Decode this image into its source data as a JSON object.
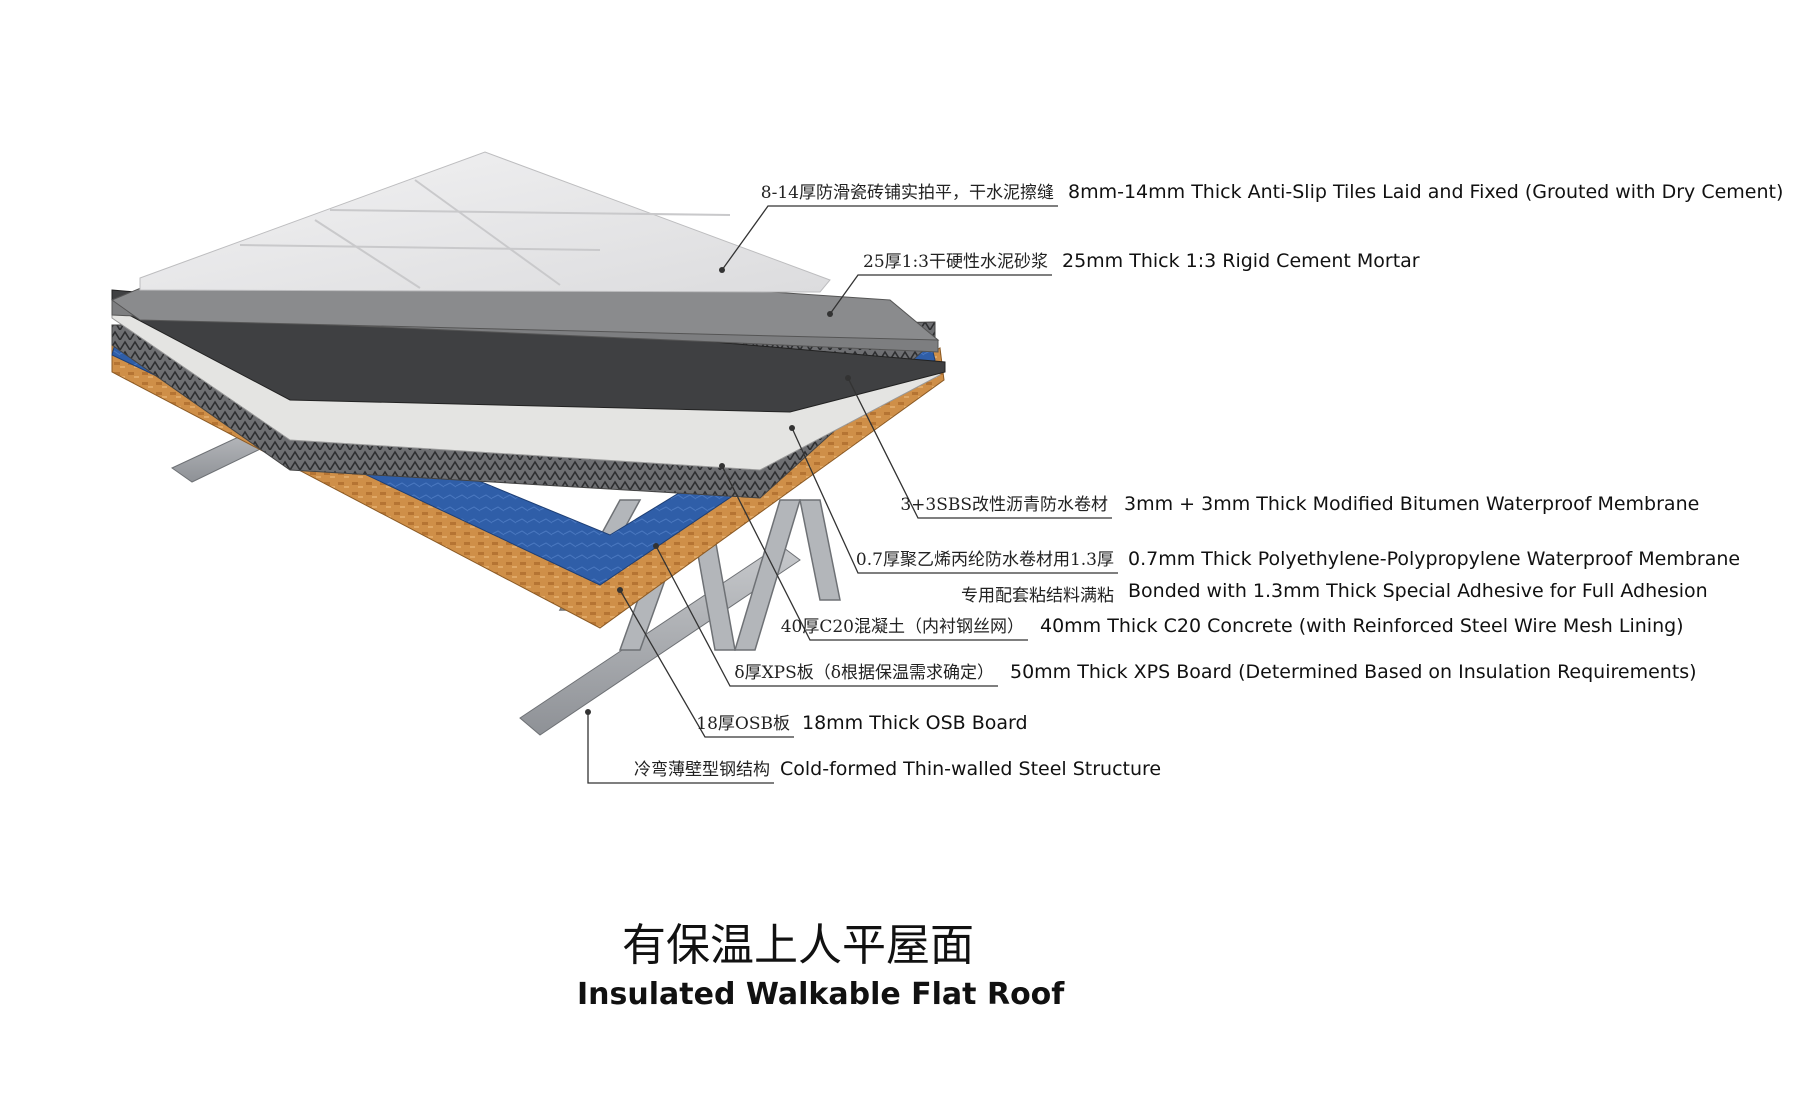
{
  "title": {
    "zh": "有保温上人平屋面",
    "en": "Insulated Walkable Flat Roof"
  },
  "layers": [
    {
      "id": "tiles",
      "zh": "8-14厚防滑瓷砖铺实拍平，干水泥擦缝",
      "en": "8mm-14mm Thick Anti-Slip Tiles Laid and Fixed (Grouted with Dry Cement)"
    },
    {
      "id": "mortar",
      "zh": "25厚1:3干硬性水泥砂浆",
      "en": "25mm Thick 1:3 Rigid Cement Mortar"
    },
    {
      "id": "sbs",
      "zh": "3+3SBS改性沥青防水卷材",
      "en": "3mm + 3mm Thick Modified Bitumen Waterproof Membrane"
    },
    {
      "id": "pe-pp",
      "zh": "0.7厚聚乙烯丙纶防水卷材用1.3厚",
      "zh2": "专用配套粘结料满粘",
      "en": "0.7mm Thick Polyethylene-Polypropylene Waterproof Membrane",
      "en2": "Bonded with 1.3mm Thick Special Adhesive for Full Adhesion"
    },
    {
      "id": "concrete",
      "zh": "40厚C20混凝土（内衬钢丝网）",
      "en": "40mm Thick C20 Concrete (with Reinforced Steel Wire Mesh Lining)"
    },
    {
      "id": "xps",
      "zh": "δ厚XPS板（δ根据保温需求确定）",
      "en": "50mm Thick XPS Board (Determined Based on Insulation Requirements)"
    },
    {
      "id": "osb",
      "zh": "18厚OSB板",
      "en": "18mm Thick OSB Board"
    },
    {
      "id": "steel",
      "zh": "冷弯薄壁型钢结构",
      "en": "Cold-formed Thin-walled Steel Structure"
    }
  ],
  "colors": {
    "tile": "#e9e9ea",
    "mortar": "#7d7e80",
    "membrane": "#3f4042",
    "pe_film": "#e4e4e2",
    "concrete": "#8a8b8d",
    "xps": "#2f5ea8",
    "osb": "#c98a44",
    "steel": "#a9acb0"
  }
}
